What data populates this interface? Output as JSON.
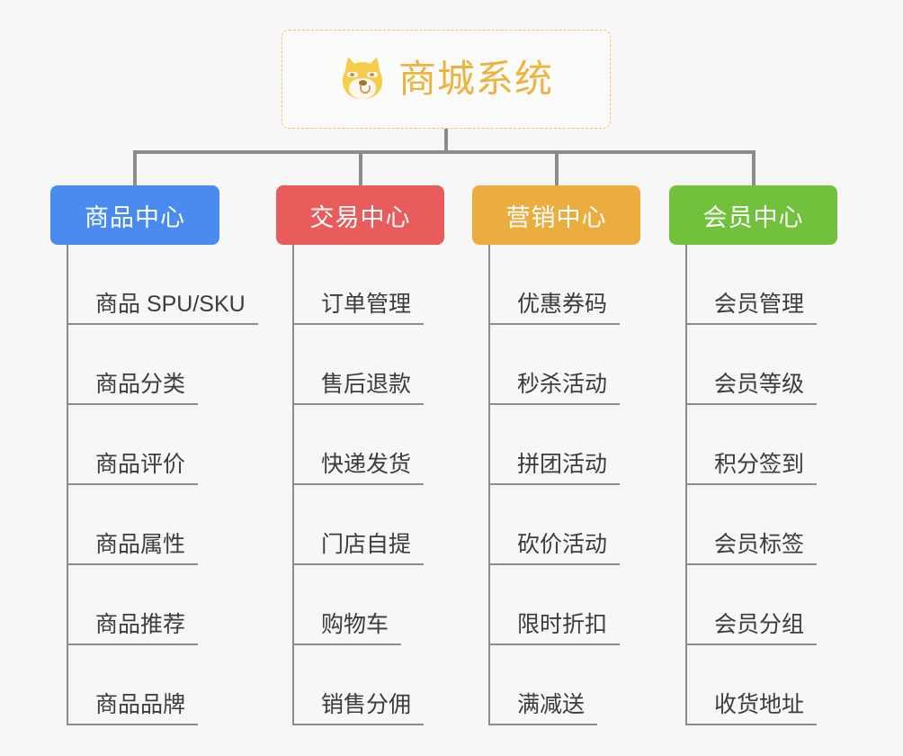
{
  "diagram": {
    "type": "org-chart",
    "background_color": "#f7f7f7",
    "connector_color": "#8c8c8c",
    "root": {
      "title": "商城系统",
      "icon": "dog-face-icon",
      "border_color": "#efc063",
      "text_color": "#eeb33f"
    },
    "columns": [
      {
        "category": "商品中心",
        "color": "#4a8bf0",
        "leaves": [
          "商品 SPU/SKU",
          "商品分类",
          "商品评价",
          "商品属性",
          "商品推荐",
          "商品品牌"
        ]
      },
      {
        "category": "交易中心",
        "color": "#e85c5c",
        "leaves": [
          "订单管理",
          "售后退款",
          "快递发货",
          "门店自提",
          "购物车",
          "销售分佣"
        ]
      },
      {
        "category": "营销中心",
        "color": "#eaad3e",
        "leaves": [
          "优惠券码",
          "秒杀活动",
          "拼团活动",
          "砍价活动",
          "限时折扣",
          "满减送"
        ]
      },
      {
        "category": "会员中心",
        "color": "#72c13c",
        "leaves": [
          "会员管理",
          "会员等级",
          "积分签到",
          "会员标签",
          "会员分组",
          "收货地址"
        ]
      }
    ]
  }
}
